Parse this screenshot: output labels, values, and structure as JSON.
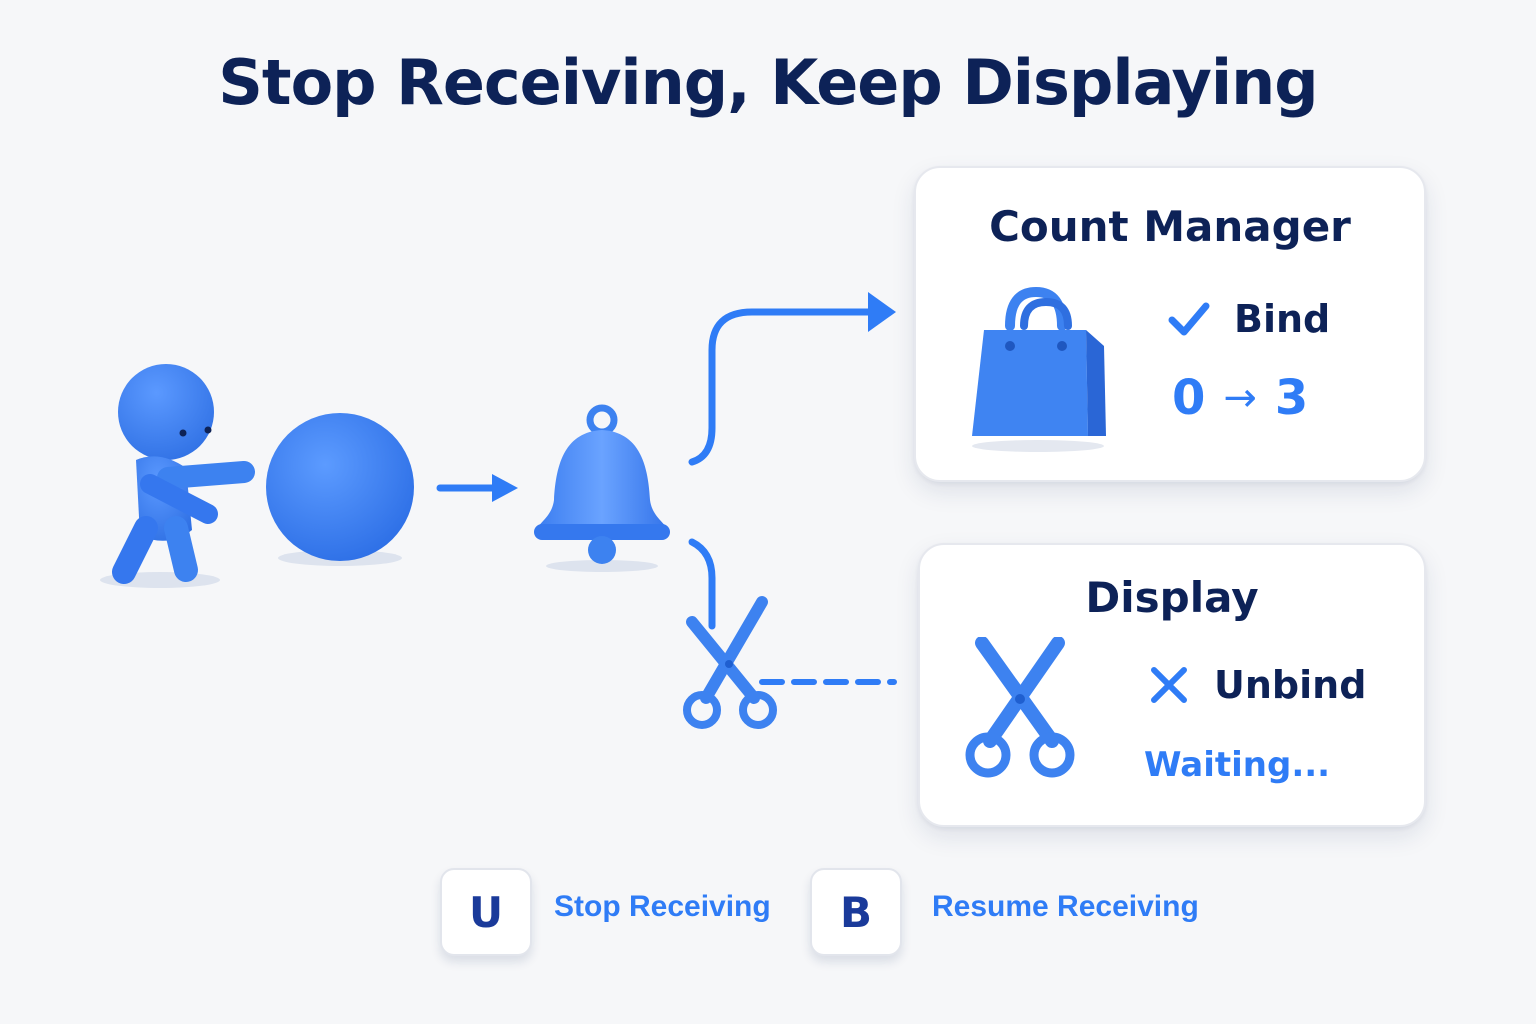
{
  "title": "Stop Receiving, Keep Displaying",
  "colors": {
    "accent": "#2f7cf6",
    "figure": "#3d82f0",
    "dark_text": "#0d2257"
  },
  "count_manager": {
    "title": "Count Manager",
    "icon": "shopping-bag-icon",
    "status_icon": "check-icon",
    "status_label": "Bind",
    "count_from": "0",
    "count_arrow": "→",
    "count_to": "3"
  },
  "display": {
    "title": "Display",
    "icon": "scissors-icon",
    "status_icon": "cross-icon",
    "status_label": "Unbind",
    "waiting": "Waiting..."
  },
  "flow_icons": [
    "person-icon",
    "ball-icon",
    "bell-icon",
    "scissors-icon"
  ],
  "shortcuts": [
    {
      "key": "U",
      "label": "Stop Receiving"
    },
    {
      "key": "B",
      "label": "Resume Receiving"
    }
  ]
}
